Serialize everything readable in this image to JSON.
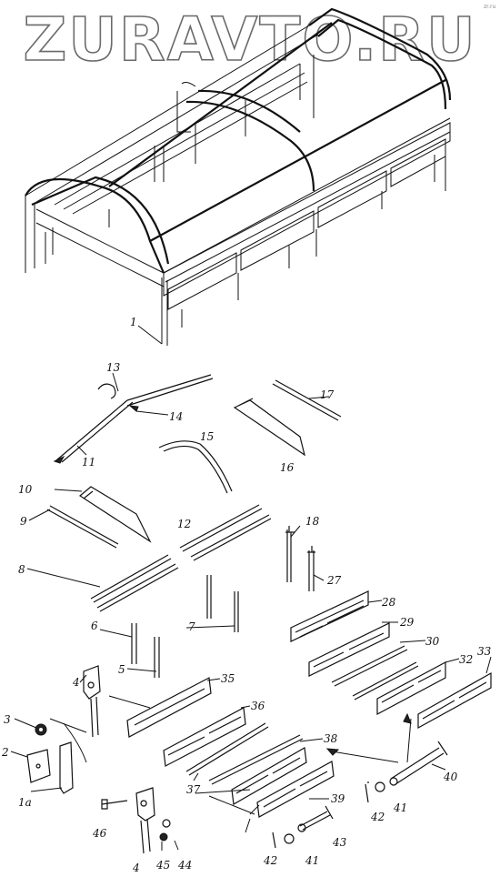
{
  "watermark": "ZURAVTO.RU",
  "corner_mark": "zr.ru",
  "labels": [
    {
      "id": "p1",
      "text": "1"
    },
    {
      "id": "p13",
      "text": "13"
    },
    {
      "id": "p14",
      "text": "14"
    },
    {
      "id": "p11",
      "text": "11"
    },
    {
      "id": "p15",
      "text": "15"
    },
    {
      "id": "p17",
      "text": "17"
    },
    {
      "id": "p16",
      "text": "16"
    },
    {
      "id": "p10",
      "text": "10"
    },
    {
      "id": "p9",
      "text": "9"
    },
    {
      "id": "p12",
      "text": "12"
    },
    {
      "id": "p8",
      "text": "8"
    },
    {
      "id": "p18",
      "text": "18"
    },
    {
      "id": "p27",
      "text": "27"
    },
    {
      "id": "p28",
      "text": "28"
    },
    {
      "id": "p6",
      "text": "6"
    },
    {
      "id": "p7",
      "text": "7"
    },
    {
      "id": "p5",
      "text": "5"
    },
    {
      "id": "p29",
      "text": "29"
    },
    {
      "id": "p30",
      "text": "30"
    },
    {
      "id": "p32",
      "text": "32"
    },
    {
      "id": "p33",
      "text": "33"
    },
    {
      "id": "p4a",
      "text": "4"
    },
    {
      "id": "p35",
      "text": "35"
    },
    {
      "id": "p3",
      "text": "3"
    },
    {
      "id": "p36",
      "text": "36"
    },
    {
      "id": "p2",
      "text": "2"
    },
    {
      "id": "p38",
      "text": "38"
    },
    {
      "id": "p37",
      "text": "37"
    },
    {
      "id": "p40",
      "text": "40"
    },
    {
      "id": "p1a",
      "text": "1a"
    },
    {
      "id": "p39",
      "text": "39"
    },
    {
      "id": "p41a",
      "text": "41"
    },
    {
      "id": "p42a",
      "text": "42"
    },
    {
      "id": "p46",
      "text": "46"
    },
    {
      "id": "p43",
      "text": "43"
    },
    {
      "id": "p4b",
      "text": "4"
    },
    {
      "id": "p45",
      "text": "45"
    },
    {
      "id": "p44",
      "text": "44"
    },
    {
      "id": "p42b",
      "text": "42"
    },
    {
      "id": "p41b",
      "text": "41"
    }
  ]
}
